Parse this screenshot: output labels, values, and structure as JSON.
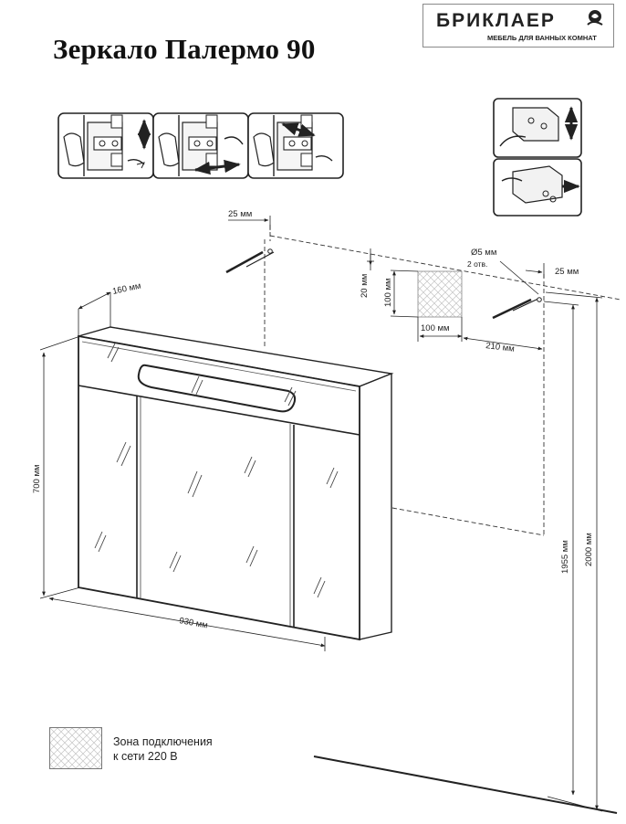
{
  "title": "Зеркало Палермо 90",
  "brand": {
    "name": "БРИКЛАЕР",
    "tagline": "МЕБЕЛЬ ДЛЯ ВАННЫХ КОМНАТ"
  },
  "dimensions": {
    "depth": "160 мм",
    "height": "700 мм",
    "width": "930 мм",
    "screw_offset": "25 мм",
    "hole_diameter": "Ø5 мм",
    "hole_count": "2 отв.",
    "wall_offset": "25 мм",
    "zone_top_offset": "20 мм",
    "zone_height": "100 мм",
    "zone_width": "100 мм",
    "zone_side_offset": "210 мм",
    "hole_height": "1955 мм",
    "top_height": "2000 мм"
  },
  "legend": {
    "line1": "Зона подключения",
    "line2": "к сети 220 В"
  },
  "colors": {
    "ink": "#222222",
    "frame": "#2a2a2a",
    "hatch": "#bfbfbf"
  }
}
